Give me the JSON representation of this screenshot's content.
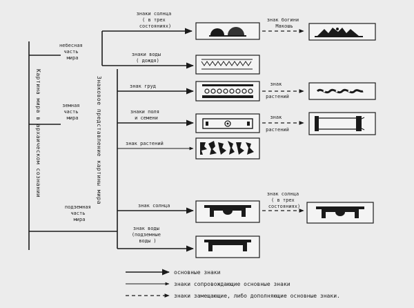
{
  "vertical_labels": {
    "main": "Картина мира в архаическом сознании",
    "secondary": "Знаковое представление картины мира"
  },
  "zones": {
    "heaven": [
      "небесная",
      "часть",
      "мира"
    ],
    "earth": [
      "земная",
      "часть",
      "мира"
    ],
    "under": [
      "подземная",
      "часть",
      "мира"
    ]
  },
  "sign_labels": {
    "sun_three": [
      "знаки солнца",
      "( в трех",
      "состояниях)"
    ],
    "goddess": [
      "знак богини",
      "Макошь"
    ],
    "water_rain": [
      "знаки воды",
      "( дождя)"
    ],
    "breast": [
      "знак груд"
    ],
    "plant_a": [
      "знак",
      "растений"
    ],
    "field_seed": [
      "знаки поля",
      "и семени"
    ],
    "plant_b": [
      "знак",
      "растений"
    ],
    "plants": [
      "знак растений"
    ],
    "sun_under": [
      "знак солнца"
    ],
    "sun_under_three": [
      "знак солнца",
      "( в трех",
      "состояниях)"
    ],
    "water_under": [
      "знак воды",
      "(подземные",
      "воды )"
    ]
  },
  "legend": {
    "main": "основные знаки",
    "accompany": "знаки сопровождающие основные знаки",
    "substitute": "знаки замещающие, либо дополняющие основные знаки."
  }
}
